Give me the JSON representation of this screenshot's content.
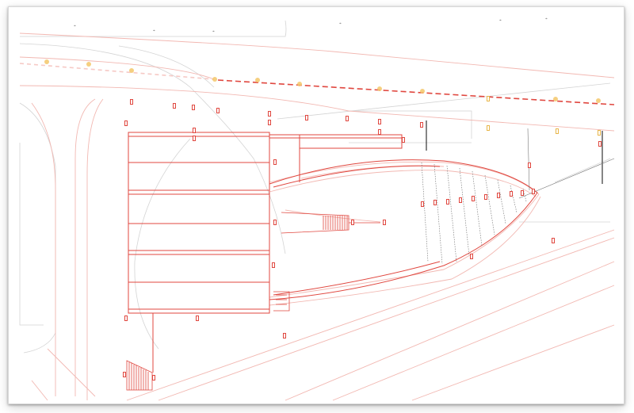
{
  "document": {
    "type": "site-plan-drawing",
    "colors": {
      "primary_line": "#e0473f",
      "light_line": "#f3b3ae",
      "grey_line": "#c9c9c9",
      "dark_line": "#444444",
      "dashed_boundary": "#e0473f",
      "marker_yellow": "#f0c050"
    },
    "elements": {
      "building": "rectangular-block-with-hatched-bands",
      "curved_structure": "boat-shaped-canopy-with-radial-lines",
      "boundary": "red-dashed-line-top",
      "roads": "parallel-diagonal-lines-bottom-right"
    }
  }
}
